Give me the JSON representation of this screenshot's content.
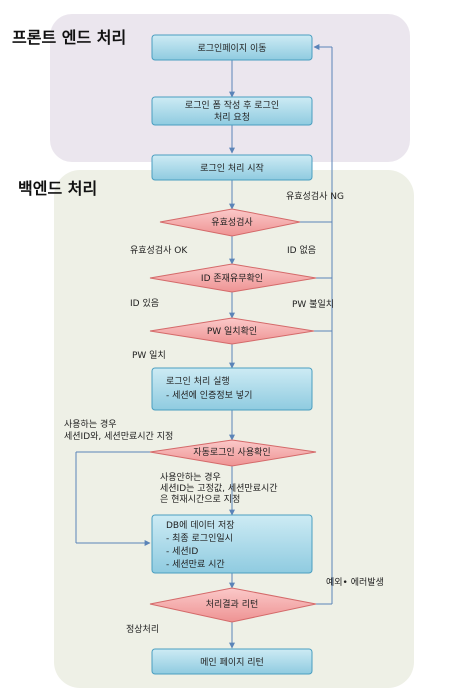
{
  "sections": {
    "frontend": "프론트 엔드 처리",
    "backend": "백엔드 처리"
  },
  "nodes": {
    "n1": "로그인페이지 이동",
    "n2_line1": "로그인 폼 작성 후 로그인",
    "n2_line2": "처리 요청",
    "n3": "로그인 처리 시작",
    "d1": "유효성검사",
    "d2": "ID 존재유무확인",
    "d3": "PW 일치확인",
    "n4_line1": "로그인 처리 실행",
    "n4_line2": "-  세션에 인증정보 넣기",
    "d4": "자동로그인 사용확인",
    "n5_line1": "DB에 데이터 저장",
    "n5_line2": "-  최종 로그인일시",
    "n5_line3": "-  세션ID",
    "n5_line4": "-  세션만료 시간",
    "d5": "처리결과 리턴",
    "n6": "메인 페이지 리턴"
  },
  "labels": {
    "valid_ng": "유효성검사  NG",
    "valid_ok": "유효성검사  OK",
    "id_none": "ID 없음",
    "id_exists": "ID 있음",
    "pw_mismatch": "PW 불일치",
    "pw_match": "PW 일치",
    "use_line1": "사용하는 경우",
    "use_line2": "세션ID와, 세션만료시간 지정",
    "notuse_line1": "사용안하는 경우",
    "notuse_line2": "세션ID는 고정값, 세션만료시간",
    "notuse_line3": "은 현재시간으로 지정",
    "error": "예외• 에러발생",
    "normal": "정상처리"
  },
  "colors": {
    "frontend_bg": "#ebe6ee",
    "backend_bg": "#eef0e6",
    "box_fill": "#a9d9e8",
    "box_stroke": "#4a9ec0",
    "diamond_fill": "#f5a7a7",
    "diamond_stroke": "#d46a6a",
    "arrow": "#6a8fc0"
  }
}
